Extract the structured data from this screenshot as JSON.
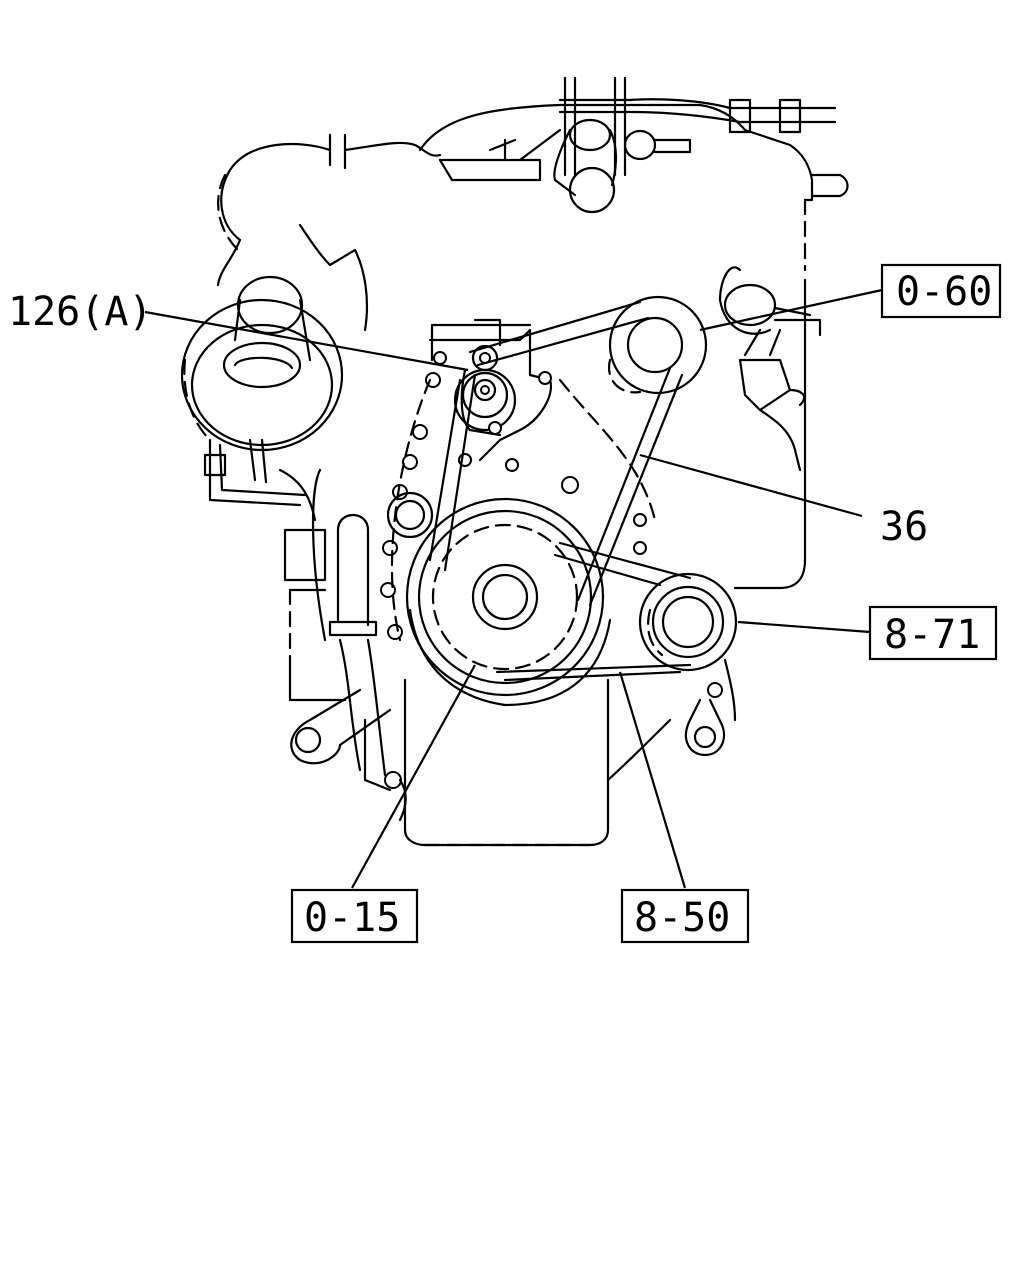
{
  "callouts": {
    "c126a": "126(A)",
    "c060": "0-60",
    "c36": "36",
    "c871": "8-71",
    "c015": "0-15",
    "c850": "8-50"
  },
  "colors": {
    "line": "#000000",
    "background": "#ffffff"
  }
}
